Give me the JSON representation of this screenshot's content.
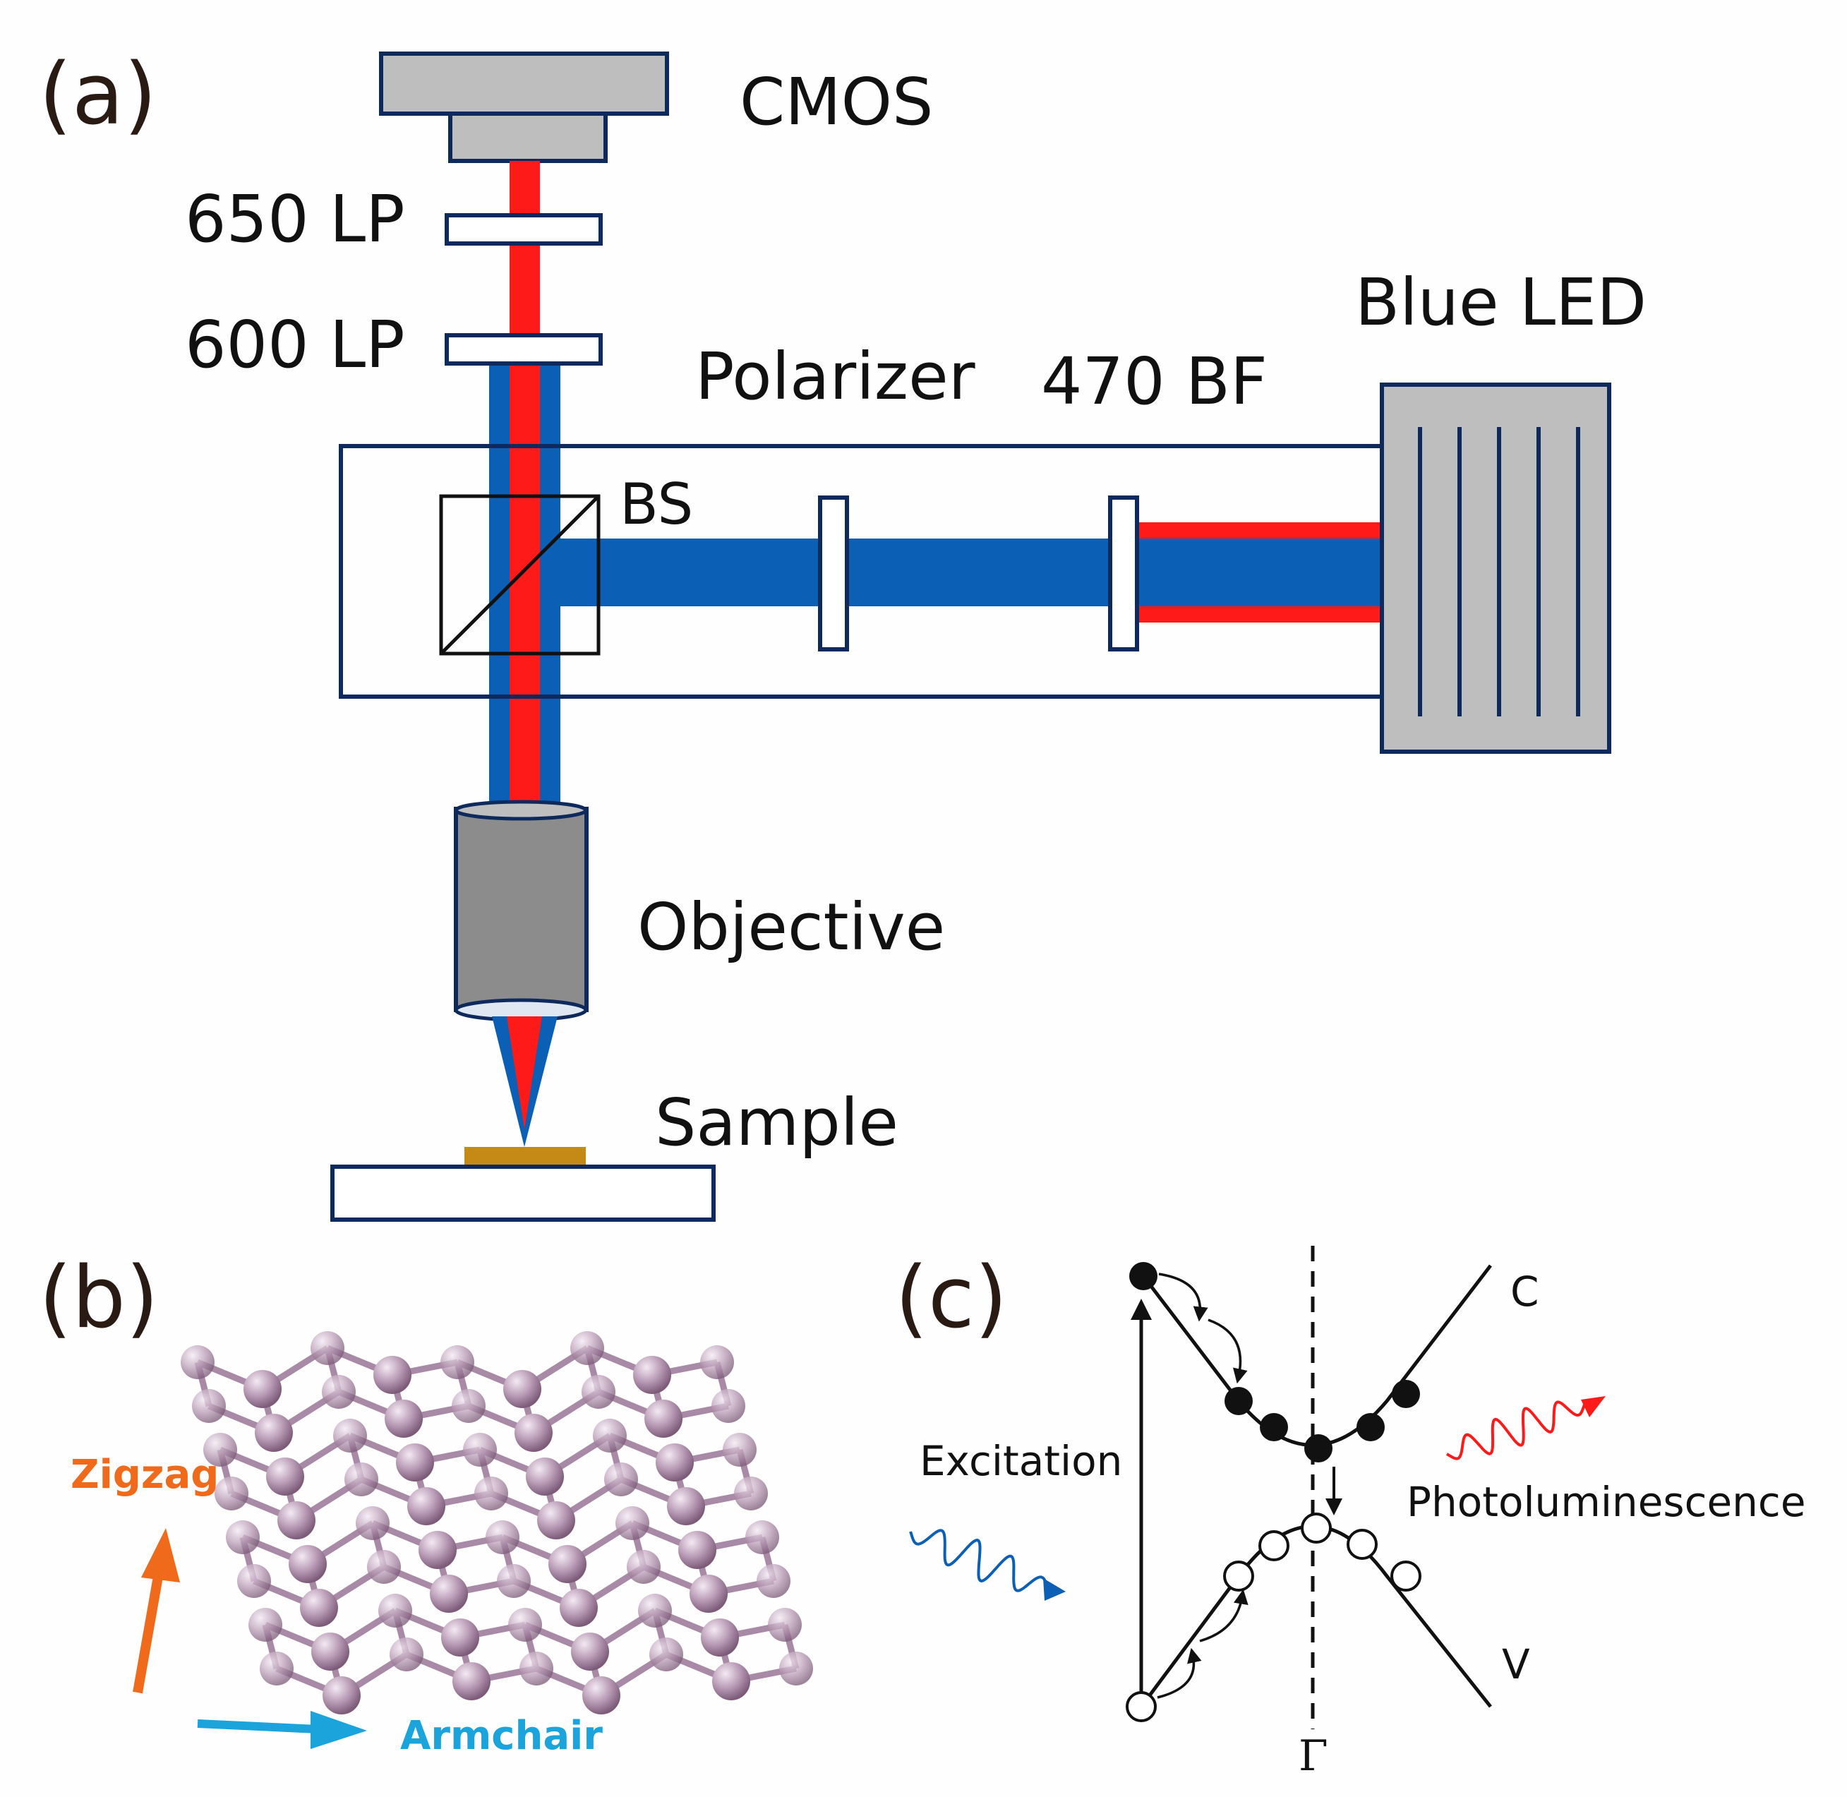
{
  "panels": {
    "a": "(a)",
    "b": "(b)",
    "c": "(c)"
  },
  "setup": {
    "camera": "CMOS",
    "filter_650": "650 LP",
    "filter_600": "600 LP",
    "polarizer": "Polarizer",
    "bandpass": "470 BF",
    "light_source": "Blue LED",
    "beamsplitter": "BS",
    "objective": "Objective",
    "sample": "Sample"
  },
  "lattice": {
    "zigzag": "Zigzag",
    "armchair": "Armchair"
  },
  "bands": {
    "excitation": "Excitation",
    "photoluminescence": "Photoluminescence",
    "conduction": "C",
    "valence": "V",
    "gamma": "Γ"
  },
  "colors": {
    "blue_beam": "#0b5fb4",
    "red_beam": "#ff1a1a",
    "gray": "#bebebe",
    "navy_outline": "#0e2a5c",
    "sample": "#c58a16",
    "zigzag_arrow": "#f06a1c",
    "armchair_arrow": "#1ba4dc",
    "atom": "#b99bb6",
    "bond": "#a98aa6"
  }
}
